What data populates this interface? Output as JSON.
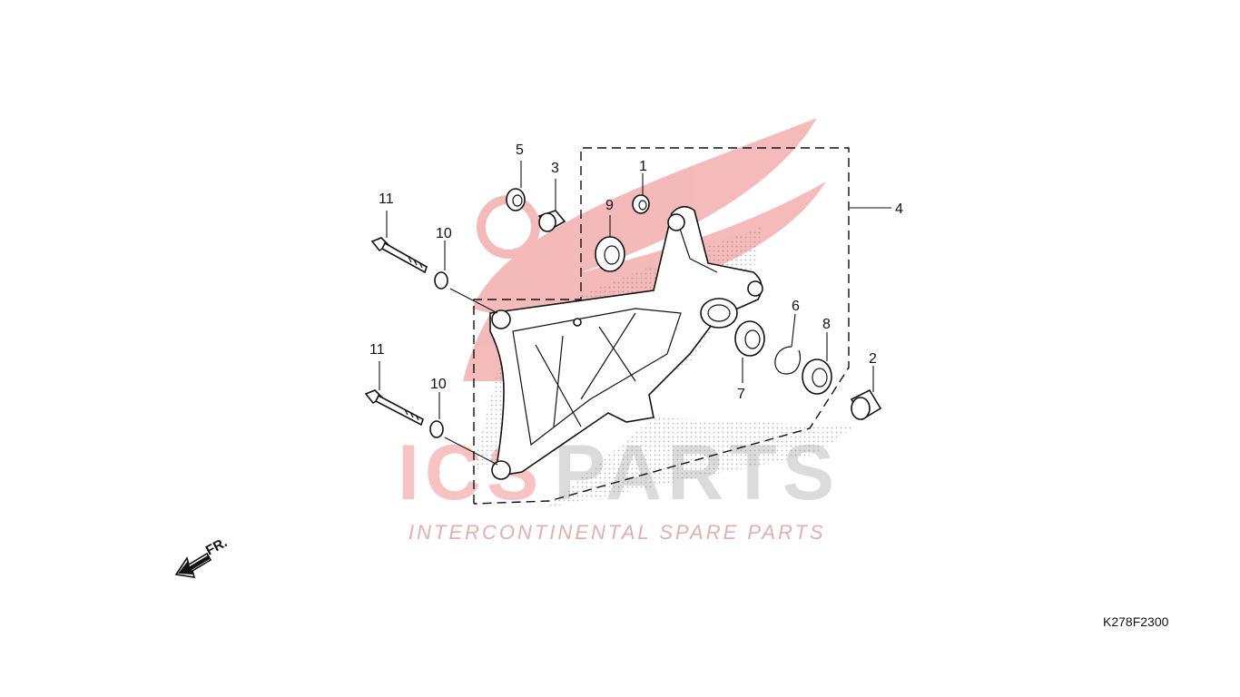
{
  "diagram": {
    "diagram_code": "K278F2300",
    "direction_label": "FR.",
    "callouts": [
      "1",
      "2",
      "3",
      "4",
      "5",
      "6",
      "7",
      "8",
      "9",
      "10",
      "10",
      "11",
      "11"
    ]
  },
  "watermark": {
    "brand_left": "ICS",
    "brand_right": "PARTS",
    "tagline": "INTERCONTINENTAL SPARE PARTS",
    "colors": {
      "red": "#e23a3a",
      "gray": "#cfcfcf"
    }
  }
}
